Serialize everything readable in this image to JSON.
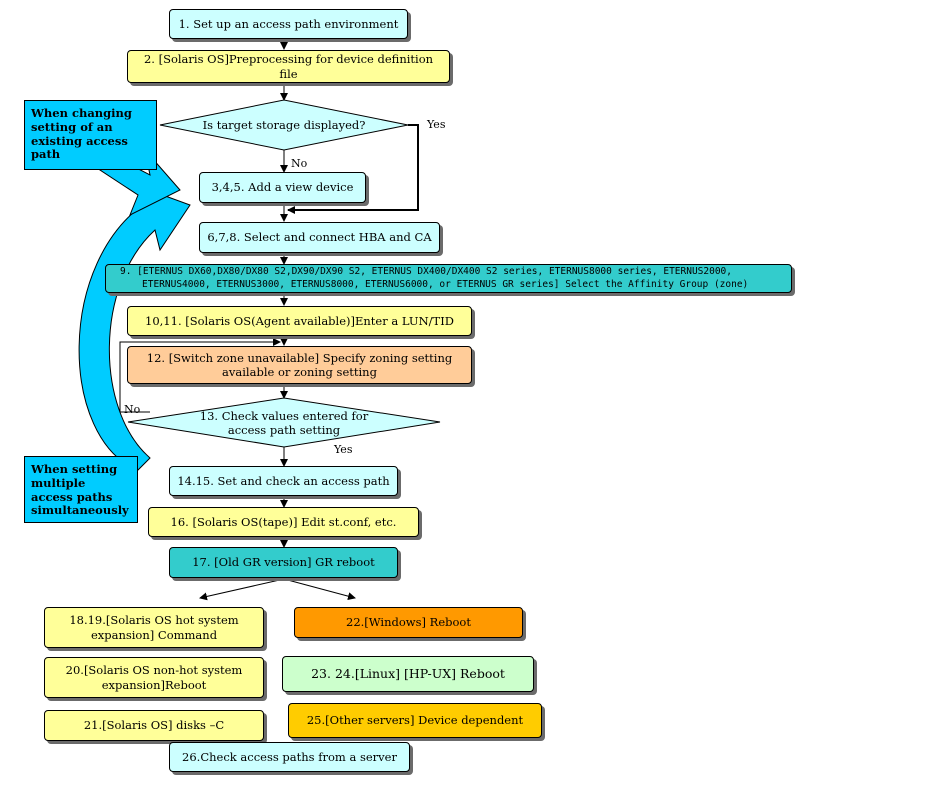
{
  "steps": {
    "s1": "1. Set up an access path environment",
    "s2": "2. [Solaris OS]Preprocessing for device definition file",
    "q1": "Is target storage displayed?",
    "s345": "3,4,5. Add a view device",
    "s678": "6,7,8. Select and connect HBA and CA",
    "s9_line1": "9.  [ETERNUS DX60,DX80/DX80 S2,DX90/DX90 S2, ETERNUS DX400/DX400 S2 series, ETERNUS8000 series, ETERNUS2000,",
    "s9_line2": "ETERNUS4000, ETERNUS3000, ETERNUS8000, ETERNUS6000, or ETERNUS GR series] Select the Affinity Group (zone)",
    "s1011": "10,11. [Solaris OS(Agent available)]Enter a LUN/TID",
    "s12_line1": "12. [Switch zone unavailable] Specify zoning setting",
    "s12_line2": "available or zoning setting",
    "q13_line1": "13. Check values entered for",
    "q13_line2": "access path setting",
    "s1415": "14.15. Set and check an access path",
    "s16": "16. [Solaris OS(tape)] Edit st.conf, etc.",
    "s17": "17. [Old GR version] GR reboot",
    "s1819_line1": "18.19.[Solaris OS hot system",
    "s1819_line2": "expansion] Command",
    "s20_line1": "20.[Solaris OS non-hot system",
    "s20_line2": "expansion]Reboot",
    "s21": "21.[Solaris OS] disks –C",
    "s22": "22.[Windows]   Reboot",
    "s2324": "23. 24.[Linux] [HP-UX]   Reboot",
    "s25": "25.[Other servers] Device dependent",
    "s26": "26.Check access paths from a server"
  },
  "labels": {
    "yes1": "Yes",
    "no1": "No",
    "no2": "No",
    "yes2": "Yes"
  },
  "callouts": {
    "changing": "When   changing setting of an existing access path",
    "multiple": "When setting multiple access paths simultaneously"
  },
  "colors": {
    "light_cyan": "#ccffff",
    "light_yellow": "#ffff99",
    "teal": "#33cccc",
    "peach": "#ffcc99",
    "orange": "#ff9900",
    "light_green": "#ccffcc",
    "gold": "#ffcc00",
    "callout_blue": "#00ccff"
  }
}
